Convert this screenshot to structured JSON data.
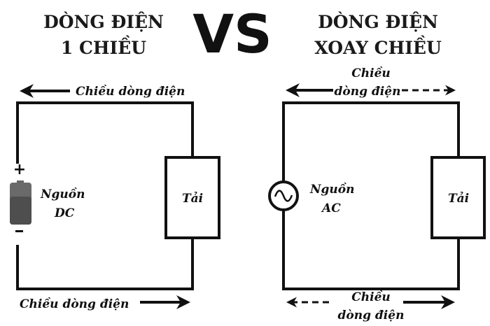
{
  "left": {
    "title_line1": "DÒNG ĐIỆN",
    "title_line2": "1 CHIỀU",
    "source_label_line1": "Nguồn",
    "source_label_line2": "DC",
    "load_label": "Tải",
    "top_direction": "Chiều dòng điện",
    "bottom_direction": "Chiều dòng điện",
    "plus": "+",
    "minus": "-"
  },
  "vs": "VS",
  "right": {
    "title_line1": "DÒNG ĐIỆN",
    "title_line2": "XOAY CHIỀU",
    "source_label_line1": "Nguồn",
    "source_label_line2": "AC",
    "load_label": "Tải",
    "top_direction_line1": "Chiều",
    "top_direction_line2": "dòng điện",
    "bottom_direction_line1": "Chiều",
    "bottom_direction_line2": "dòng điện"
  },
  "colors": {
    "ink": "#111111",
    "battery": "#5a5a5a"
  }
}
